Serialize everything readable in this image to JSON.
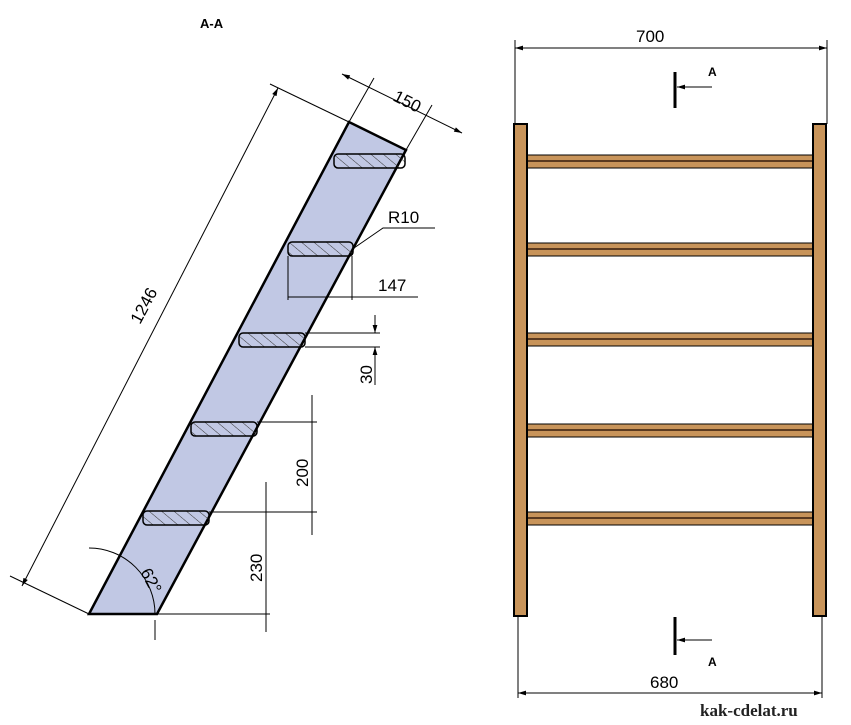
{
  "section_title": "A-A",
  "side_view": {
    "length": "1246",
    "width": "150",
    "radius": "R10",
    "step_depth": "147",
    "step_thickness": "30",
    "step_spacing": "200",
    "first_step_height": "230",
    "angle": "62°"
  },
  "front_view": {
    "top_width": "700",
    "bottom_width": "680",
    "section_mark_top": "A",
    "section_mark_bottom": "A"
  },
  "watermark": "kak-cdelat.ru",
  "colors": {
    "stringer_fill": "#c1c8e4",
    "wood": "#c8945a",
    "wood_dark": "#7a5a3a"
  }
}
